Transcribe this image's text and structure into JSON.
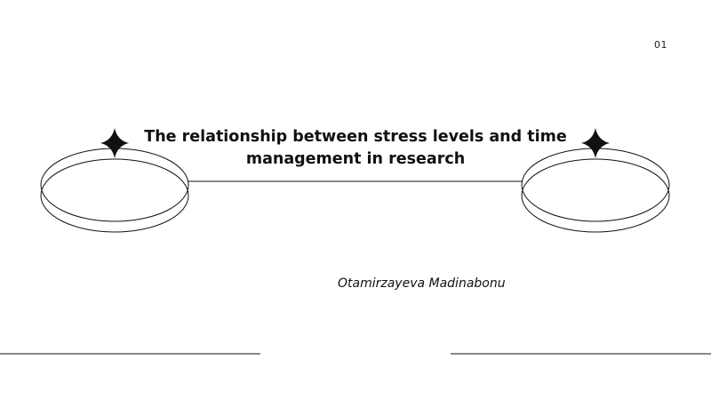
{
  "slide": {
    "page_number": "01",
    "title_line_1": "The relationship between stress levels and time",
    "title_line_2": "management in research",
    "author": "Otamirzayeva Madinabonu"
  },
  "decorations": {
    "left_ring_icon": "double-ellipse-ring",
    "right_ring_icon": "double-ellipse-ring",
    "sparkle_icon": "four-point-star",
    "line_color": "#111111"
  }
}
